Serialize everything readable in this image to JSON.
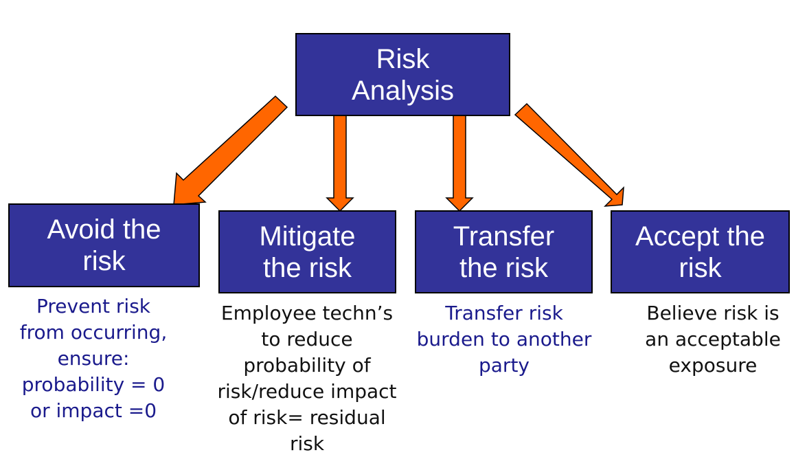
{
  "root": {
    "label": "Risk\nAnalysis"
  },
  "options": [
    {
      "label": "Avoid the\nrisk",
      "description": "Prevent risk\nfrom occurring,\nensure:\nprobability = 0\nor impact =0"
    },
    {
      "label": "Mitigate\nthe risk",
      "description": "Employee techn’s\nto reduce\nprobability of\nrisk/reduce impact\nof risk= residual\nrisk"
    },
    {
      "label": "Transfer\nthe risk",
      "description": "Transfer risk\nburden to another\nparty"
    },
    {
      "label": "Accept the\nrisk",
      "description": "Believe risk is\nan acceptable\nexposure"
    }
  ],
  "colors": {
    "box_fill": "#333399",
    "arrow_fill": "#FF6600",
    "blue_text": "#1a1a8c"
  }
}
